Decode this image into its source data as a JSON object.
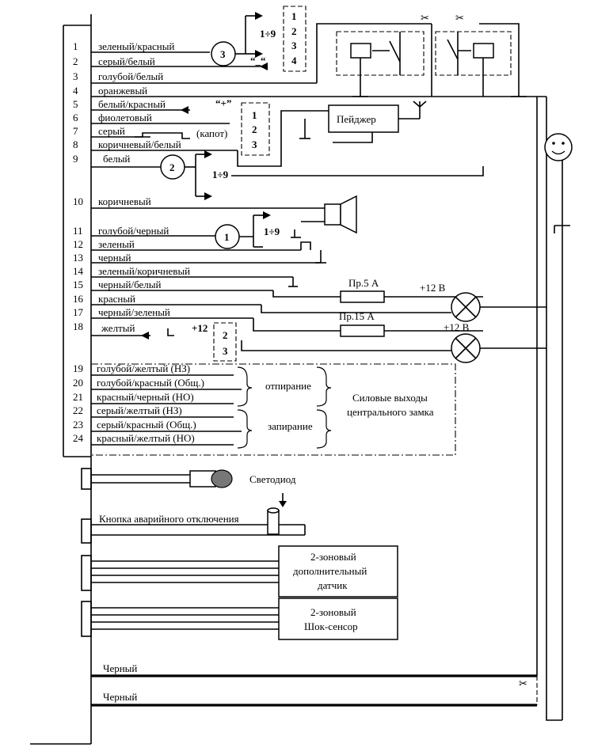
{
  "wires": [
    {
      "num": "1",
      "label": "зеленый/красный"
    },
    {
      "num": "2",
      "label": "серый/белый"
    },
    {
      "num": "3",
      "label": "голубой/белый"
    },
    {
      "num": "4",
      "label": "оранжевый"
    },
    {
      "num": "5",
      "label": "белый/красный"
    },
    {
      "num": "6",
      "label": "фиолетовый"
    },
    {
      "num": "7",
      "label": "серый"
    },
    {
      "num": "8",
      "label": "коричневый/белый"
    },
    {
      "num": "9",
      "label": "белый"
    },
    {
      "num": "10",
      "label": "коричневый"
    },
    {
      "num": "11",
      "label": "голубой/черный"
    },
    {
      "num": "12",
      "label": "зеленый"
    },
    {
      "num": "13",
      "label": "черный"
    },
    {
      "num": "14",
      "label": "зеленый/коричневый"
    },
    {
      "num": "15",
      "label": "черный/белый"
    },
    {
      "num": "16",
      "label": "красный"
    },
    {
      "num": "17",
      "label": "черный/зеленый"
    },
    {
      "num": "18",
      "label": "желтый"
    },
    {
      "num": "19",
      "label": "голубой/желтый (НЗ)"
    },
    {
      "num": "20",
      "label": "голубой/красный (Общ.)"
    },
    {
      "num": "21",
      "label": "красный/черный (НО)"
    },
    {
      "num": "22",
      "label": "серый/желтый (НЗ)"
    },
    {
      "num": "23",
      "label": "серый/красный (Общ.)"
    },
    {
      "num": "24",
      "label": "красный/желтый (НО)"
    }
  ],
  "channels": {
    "ch1": "1",
    "ch2": "2",
    "ch3": "3"
  },
  "ranges": {
    "r3": "1÷9",
    "r2": "1÷9",
    "r1": "1÷9"
  },
  "connector_pins": {
    "top": [
      "1",
      "2",
      "3",
      "4"
    ],
    "mid": [
      "1",
      "2",
      "3"
    ],
    "low": [
      "2",
      "3"
    ]
  },
  "signs": {
    "minus": "“_“",
    "plus": "“+”",
    "plus12": "+12"
  },
  "hood_label": "(капот)",
  "pager_label": "Пейджер",
  "fuses": {
    "f1": "Пр.5 А",
    "f2": "Пр.15 А"
  },
  "supply": {
    "s1": "+12 В",
    "s2": "+12 В"
  },
  "lock": {
    "unlock": "отпирание",
    "lock": "запирание",
    "outputs_line1": "Силовые выходы",
    "outputs_line2": "центрального замка"
  },
  "led_label": "Светодиод",
  "emergency_label": "Кнопка аварийного отключения",
  "sensor1": [
    "2-зоновый",
    "дополнительный",
    "датчик"
  ],
  "sensor2": [
    "2-зоновый",
    "Шок-сенсор"
  ],
  "ground": {
    "g1": "Черный",
    "g2": "Черный"
  }
}
